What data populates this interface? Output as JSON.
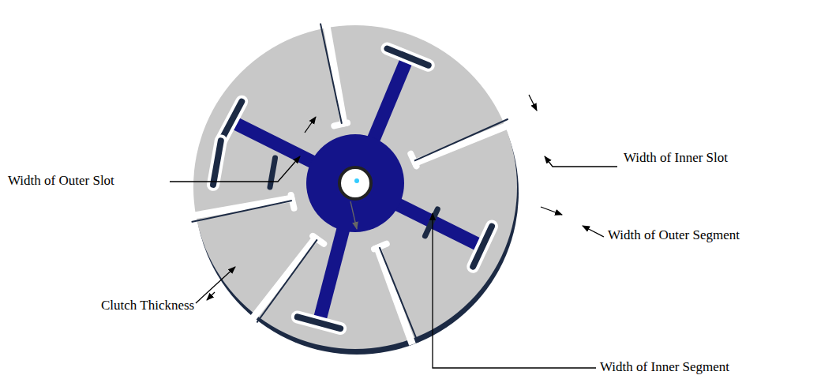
{
  "diagram": {
    "labels": [
      "Width of Outer Slot",
      "Width of Inner Slot",
      "Width of Outer Segment",
      "Clutch Thickness",
      "Width of Inner Segment"
    ]
  }
}
